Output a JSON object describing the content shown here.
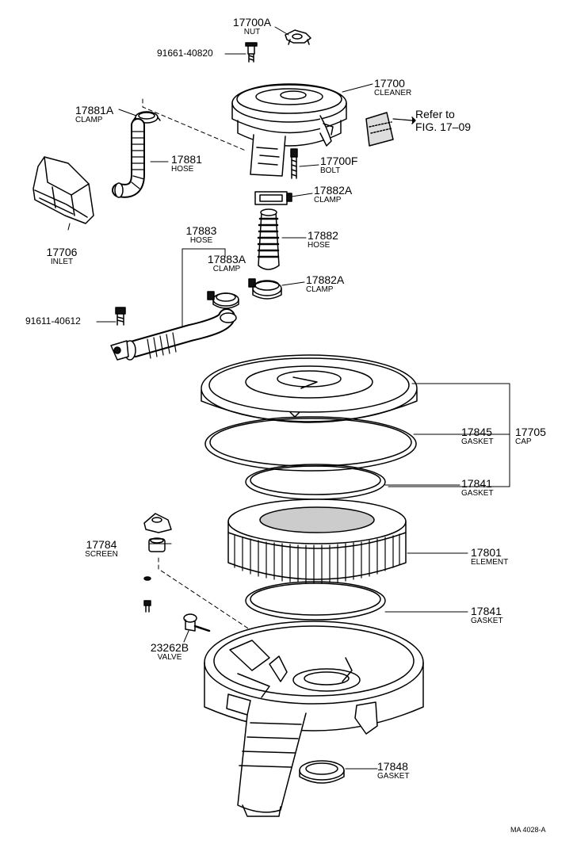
{
  "parts": [
    {
      "id": "17700A",
      "number": "17700A",
      "name": "NUT"
    },
    {
      "id": "91661-40820",
      "number": "91661-40820",
      "name": ""
    },
    {
      "id": "17700",
      "number": "17700",
      "name": "CLEANER"
    },
    {
      "id": "17881A",
      "number": "17881A",
      "name": "CLAMP"
    },
    {
      "id": "17881",
      "number": "17881",
      "name": "HOSE"
    },
    {
      "id": "17706",
      "number": "17706",
      "name": "INLET"
    },
    {
      "id": "17700F",
      "number": "17700F",
      "name": "BOLT"
    },
    {
      "id": "17882A-upper",
      "number": "17882A",
      "name": "CLAMP"
    },
    {
      "id": "17882",
      "number": "17882",
      "name": "HOSE"
    },
    {
      "id": "17882A-lower",
      "number": "17882A",
      "name": "CLAMP"
    },
    {
      "id": "17883",
      "number": "17883",
      "name": "HOSE"
    },
    {
      "id": "17883A",
      "number": "17883A",
      "name": "CLAMP"
    },
    {
      "id": "91611-40612",
      "number": "91611-40612",
      "name": ""
    },
    {
      "id": "17845",
      "number": "17845",
      "name": "GASKET"
    },
    {
      "id": "17705",
      "number": "17705",
      "name": "CAP"
    },
    {
      "id": "17841-upper",
      "number": "17841",
      "name": "GASKET"
    },
    {
      "id": "17784",
      "number": "17784",
      "name": "SCREEN"
    },
    {
      "id": "17801",
      "number": "17801",
      "name": "ELEMENT"
    },
    {
      "id": "17841-lower",
      "number": "17841",
      "name": "GASKET"
    },
    {
      "id": "23262B",
      "number": "23262B",
      "name": "VALVE"
    },
    {
      "id": "17848",
      "number": "17848",
      "name": "GASKET"
    }
  ],
  "reference": {
    "line1": "Refer to",
    "line2": "FIG. 17–09"
  },
  "drawing_code": "MA 4028-A"
}
